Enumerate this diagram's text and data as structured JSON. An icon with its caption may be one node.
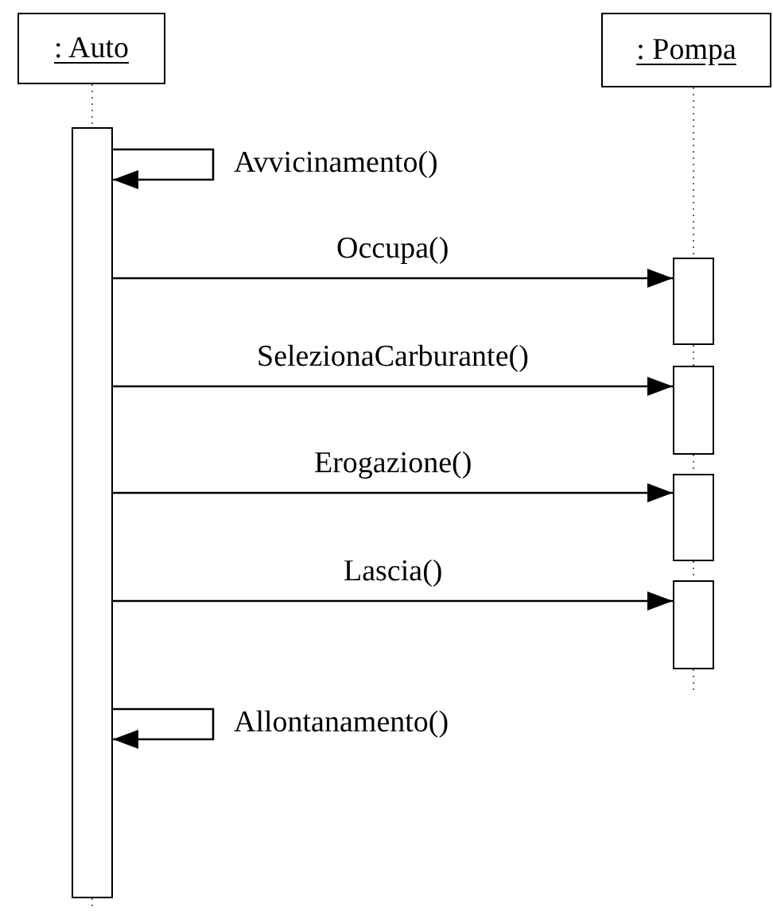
{
  "diagram": {
    "nodes": [
      {
        "text": [
          ": Auto"
        ]
      },
      {
        "text": [
          ": Pompa"
        ]
      },
      {
        "text": [],
        "shape": "bar"
      },
      {
        "text": [],
        "shape": "bar"
      },
      {
        "text": [],
        "shape": "bar"
      },
      {
        "text": [],
        "shape": "bar"
      },
      {
        "text": [],
        "shape": "bar"
      }
    ],
    "edges": [
      {
        "from": 2,
        "to": 2,
        "arrow": "to",
        "label": "Avvicinamento()"
      },
      {
        "from": 2,
        "to": 3,
        "arrow": "to",
        "label": "Occupa()"
      },
      {
        "from": 2,
        "to": 4,
        "arrow": "to",
        "label": "SelezionaCarburante()"
      },
      {
        "from": 2,
        "to": 5,
        "arrow": "to",
        "label": "Erogazione()"
      },
      {
        "from": 2,
        "to": 6,
        "arrow": "to",
        "label": "Lascia()"
      },
      {
        "from": 2,
        "to": 2,
        "arrow": "to",
        "label": "Allontanamento()"
      },
      {
        "from": 0,
        "to": 2,
        "arrow": "none",
        "style": "dashed",
        "color": "#666666"
      },
      {
        "from": 1,
        "to": 3,
        "arrow": "none",
        "style": "dashed",
        "color": "#666666"
      },
      {
        "from": 3,
        "to": 4,
        "arrow": "none",
        "style": "dashed",
        "color": "#666666"
      },
      {
        "from": 4,
        "to": 5,
        "arrow": "none",
        "style": "dashed",
        "color": "#666666"
      },
      {
        "from": 5,
        "to": 6,
        "arrow": "none",
        "style": "dashed",
        "color": "#666666"
      }
    ]
  }
}
